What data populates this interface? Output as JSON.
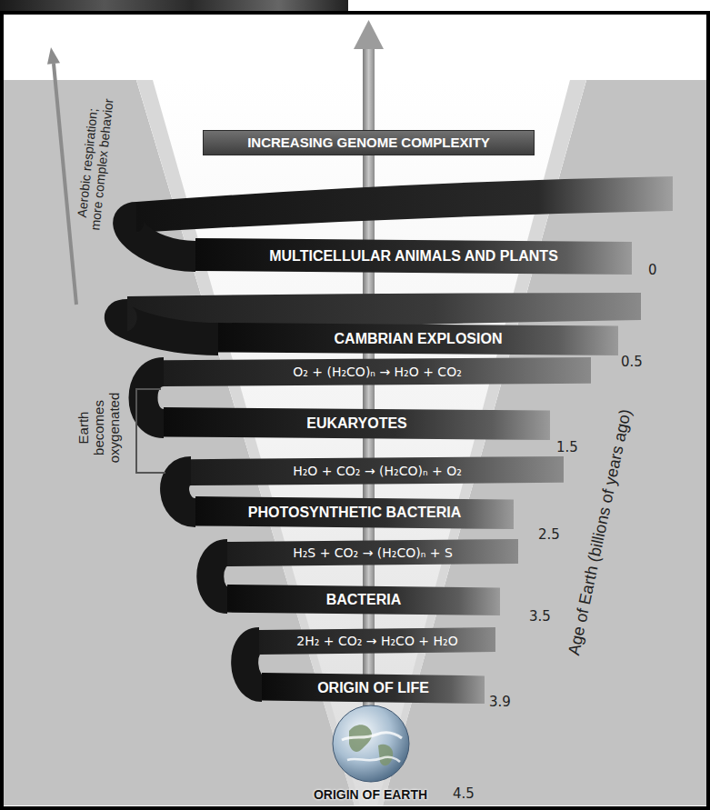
{
  "diagram": {
    "title": "INCREASING GENOME COMPLEXITY",
    "nodes": [
      {
        "text": [
          "MULTICELLULAR ANIMALS AND PLANTS"
        ]
      },
      {
        "text": [
          "CAMBRIAN EXPLOSION"
        ]
      },
      {
        "text": [
          "O₂ + (H₂CO)ₙ → H₂O + CO₂"
        ]
      },
      {
        "text": [
          "EUKARYOTES"
        ]
      },
      {
        "text": [
          "H₂O + CO₂ → (H₂CO)ₙ + O₂"
        ]
      },
      {
        "text": [
          "PHOTOSYNTHETIC BACTERIA"
        ]
      },
      {
        "text": [
          "H₂S + CO₂ → (H₂CO)ₙ + S"
        ]
      },
      {
        "text": [
          "BACTERIA"
        ]
      },
      {
        "text": [
          "2H₂ + CO₂ → H₂CO + H₂O"
        ]
      },
      {
        "text": [
          "ORIGIN OF LIFE"
        ]
      },
      {
        "text": [
          "ORIGIN OF EARTH"
        ]
      }
    ],
    "labels": [
      "0",
      "0.5",
      "1.5",
      "2.5",
      "3.5",
      "3.9",
      "4.5",
      "Aerobic respiration; more complex behavior",
      "Earth becomes oxygenated",
      "Age of Earth (billions of years ago)"
    ]
  }
}
